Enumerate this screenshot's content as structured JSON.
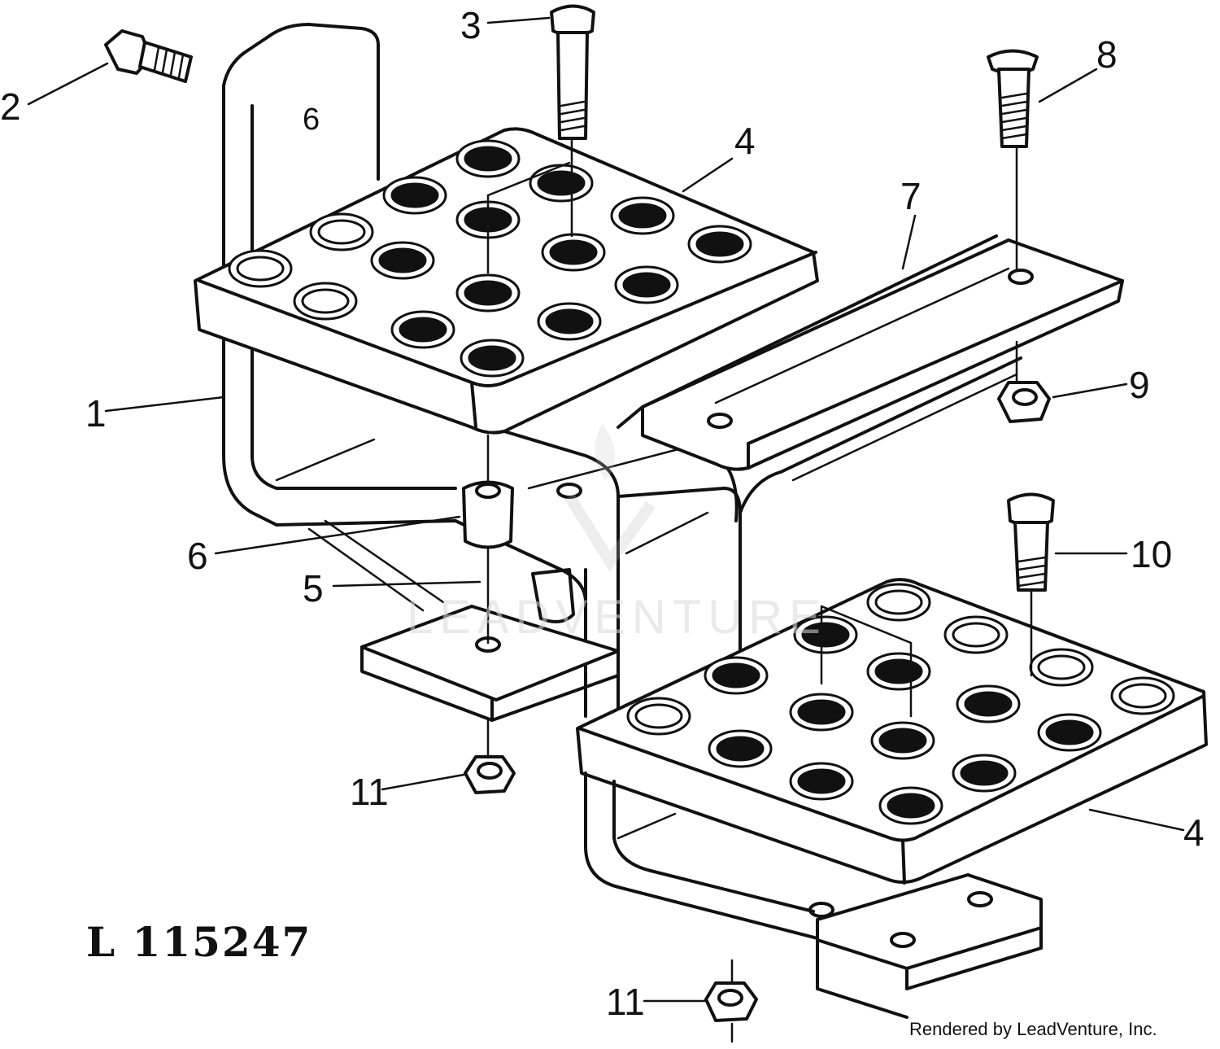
{
  "figure_id": "L 115247",
  "credit": "Rendered by LeadVenture, Inc.",
  "watermark": "LEADVENTURE",
  "callouts": [
    {
      "id": "1",
      "label": "1"
    },
    {
      "id": "2",
      "label": "2"
    },
    {
      "id": "3",
      "label": "3"
    },
    {
      "id": "4a",
      "label": "4"
    },
    {
      "id": "4b",
      "label": "4"
    },
    {
      "id": "5",
      "label": "5"
    },
    {
      "id": "6",
      "label": "6"
    },
    {
      "id": "7",
      "label": "7"
    },
    {
      "id": "8",
      "label": "8"
    },
    {
      "id": "9",
      "label": "9"
    },
    {
      "id": "10",
      "label": "10"
    },
    {
      "id": "11a",
      "label": "11"
    },
    {
      "id": "11b",
      "label": "11"
    }
  ],
  "part_marks": [
    {
      "id": "6-mark",
      "label": "6"
    }
  ]
}
